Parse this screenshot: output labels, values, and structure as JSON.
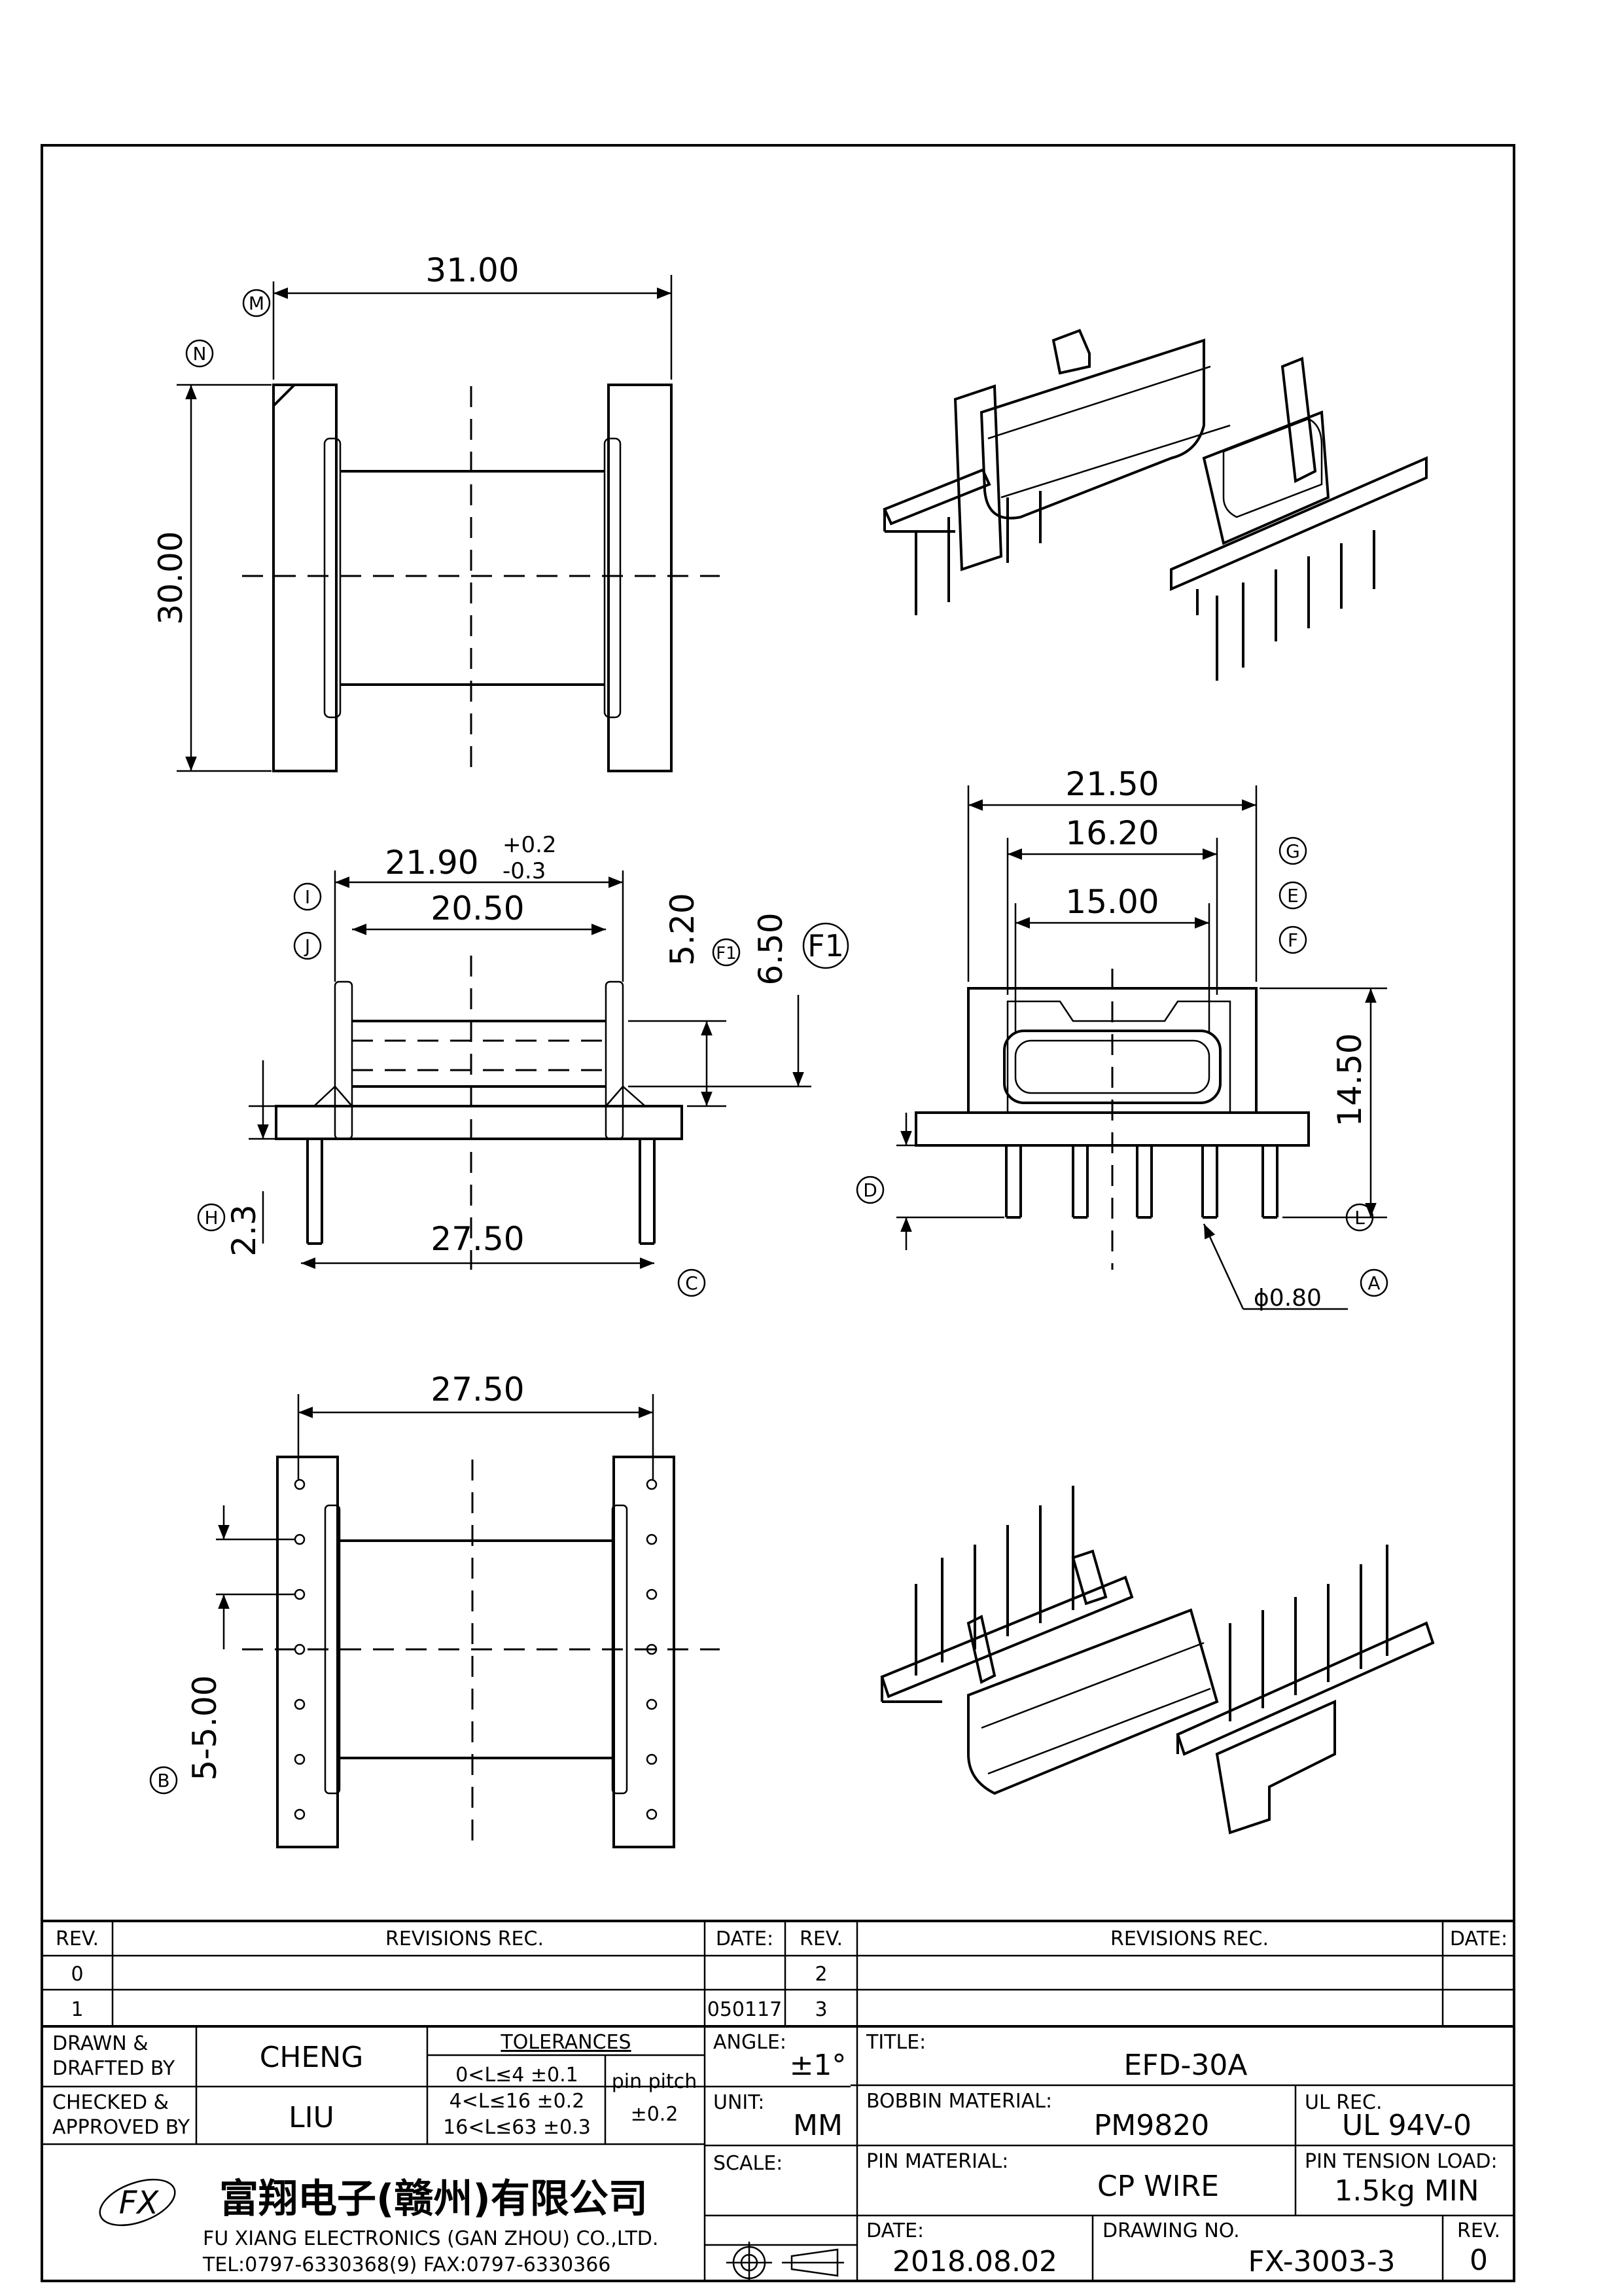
{
  "drawing": {
    "views": {
      "top": {
        "width": "31.00",
        "height": "30.00",
        "callouts": [
          "M",
          "N"
        ]
      },
      "side": {
        "outer_width": "21.90",
        "tol_upper": "+0.2",
        "tol_lower": "-0.3",
        "inner_width": "20.50",
        "height_a": "5.20",
        "height_b": "6.50",
        "pin_length": "2.3",
        "pin_span": "27.50",
        "callouts": [
          "I",
          "J",
          "F1",
          "F1",
          "H",
          "C"
        ]
      },
      "front": {
        "outer": "21.50",
        "mid": "16.20",
        "inner": "15.00",
        "height": "14.50",
        "pin_dia": "ϕ0.80",
        "callouts": [
          "G",
          "E",
          "F",
          "D",
          "L",
          "A"
        ]
      },
      "bottom": {
        "pin_span": "27.50",
        "pitch": "5-5.00",
        "callouts": [
          "B"
        ]
      }
    }
  },
  "title_block": {
    "rev_header": "REV.",
    "revisions_header": "REVISIONS  REC.",
    "date_header": "DATE:",
    "rev_rows_left": [
      {
        "rev": "0",
        "rec": "",
        "date": ""
      },
      {
        "rev": "1",
        "rec": "",
        "date": "050117"
      }
    ],
    "rev_rows_right": [
      {
        "rev": "2",
        "rec": "",
        "date": ""
      },
      {
        "rev": "3",
        "rec": "",
        "date": ""
      }
    ],
    "drawn_label": "DRAWN &\nDRAFTED BY",
    "drawn_value": "CHENG",
    "checked_label": "CHECKED &\nAPPROVED BY",
    "checked_value": "LIU",
    "tolerances_label": "TOLERANCES",
    "tolerances": [
      "0<L≤4   ±0.1",
      "4<L≤16  ±0.2",
      "16<L≤63  ±0.3"
    ],
    "pin_pitch_label": "pin  pitch",
    "pin_pitch_value": "±0.2",
    "angle_label": "ANGLE:",
    "angle_value": "±1°",
    "unit_label": "UNIT:",
    "unit_value": "MM",
    "scale_label": "SCALE:",
    "title_label": "TITLE:",
    "title_value": "EFD-30A",
    "bobbin_label": "BOBBIN  MATERIAL:",
    "bobbin_value": "PM9820",
    "ul_label": "UL REC.",
    "ul_value": "UL  94V-0",
    "pin_material_label": "PIN  MATERIAL:",
    "pin_material_value": "CP  WIRE",
    "pin_tension_label": "PIN  TENSION  LOAD:",
    "pin_tension_value": "1.5kg  MIN",
    "date_label": "DATE:",
    "date_value": "2018.08.02",
    "drawing_no_label": "DRAWING  NO.",
    "drawing_no_value": "FX-3003-3",
    "rev_label": "REV.",
    "rev_value": "0",
    "company_cn": "富翔电子(赣州)有限公司",
    "company_en": "FU  XIANG  ELECTRONICS  (GAN  ZHOU)  CO.,LTD.",
    "company_contact": "TEL:0797-6330368(9)   FAX:0797-6330366",
    "logo_text": "FX"
  }
}
